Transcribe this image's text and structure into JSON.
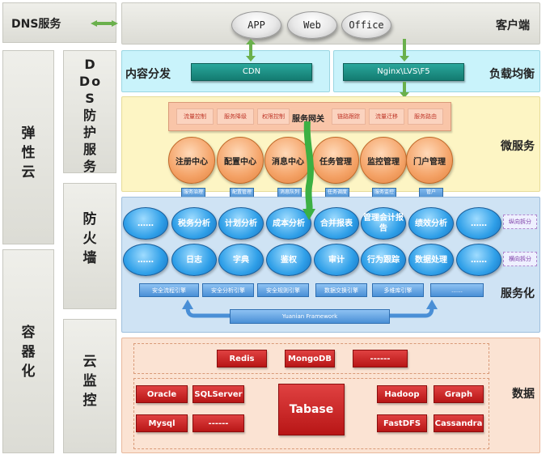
{
  "left": {
    "dns": "DNS服务",
    "elastic_cloud": "弹性云",
    "container": "容器化",
    "ddos": "DDoS防护服务",
    "firewall": "防火墙",
    "cloud_monitor": "云监控"
  },
  "client": {
    "label": "客户端",
    "apps": [
      "APP",
      "Web",
      "Office"
    ]
  },
  "content_dist": {
    "label": "内容分发",
    "bar": "CDN"
  },
  "load_balance": {
    "label": "负载均衡",
    "bar": "Nginx\\LVS\\F5"
  },
  "microservice": {
    "label": "微服务",
    "gateway": "服务网关",
    "gateway_items": [
      "流量控制",
      "服务降级",
      "权限控制",
      "链路跟踪",
      "流量迁移",
      "服务路由"
    ],
    "centers": [
      "注册中心",
      "配置中心",
      "消息中心",
      "任务管理",
      "监控管理",
      "门户管理"
    ],
    "tags": [
      "服务治理",
      "配置管理",
      "消息队列",
      "任务调度",
      "服务监控",
      "管户"
    ]
  },
  "servitization": {
    "label": "服务化",
    "row1": [
      "……",
      "税务分析",
      "计划分析",
      "成本分析",
      "合并报表",
      "管理会计报告",
      "绩效分析",
      "……"
    ],
    "row2": [
      "……",
      "日志",
      "字典",
      "鉴权",
      "审计",
      "行为跟踪",
      "数据处理",
      "……"
    ],
    "vertical_split": "纵向拆分",
    "horizontal_split": "横向拆分",
    "engines": [
      "安全流程引擎",
      "安全分析引擎",
      "安全规则引擎",
      "数据交换引擎",
      "多维库引擎",
      "……"
    ],
    "framework": "Yuanian Framework"
  },
  "data": {
    "label": "数据",
    "top": [
      "Redis",
      "MongoDB",
      "------"
    ],
    "left": [
      "Oracle",
      "SQLServer",
      "Mysql",
      "------"
    ],
    "center": "Tabase",
    "right": [
      "Hadoop",
      "Graph",
      "FastDFS",
      "Cassandra"
    ]
  },
  "colors": {
    "microservice_bg": "#fdf5c4",
    "content_bg": "#c9f3fb",
    "service_bg": "#cfe3f4",
    "data_bg": "#fbe3d3",
    "arrow_green": "#6ab04c"
  }
}
